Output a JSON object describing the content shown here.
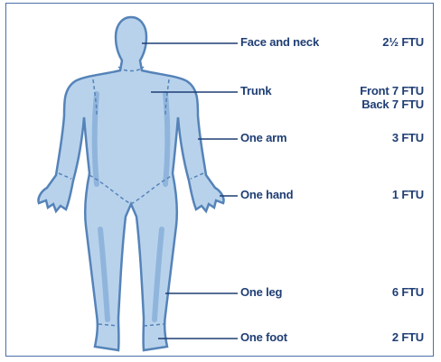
{
  "regions": [
    {
      "name": "Face and neck",
      "amount": "2½ FTU"
    },
    {
      "name": "Trunk",
      "front": "Front 7 FTU",
      "back": "Back 7 FTU"
    },
    {
      "name": "One arm",
      "amount": "3 FTU"
    },
    {
      "name": "One hand",
      "amount": "1 FTU"
    },
    {
      "name": "One leg",
      "amount": "6 FTU"
    },
    {
      "name": "One foot",
      "amount": "2 FTU"
    }
  ],
  "colors": {
    "body_fill": "#b8d2ec",
    "body_shade": "#6f9dcf",
    "outline": "#5583b8",
    "line": "#1f3e74",
    "text": "#1f3e74",
    "border": "#4a6fa8"
  }
}
